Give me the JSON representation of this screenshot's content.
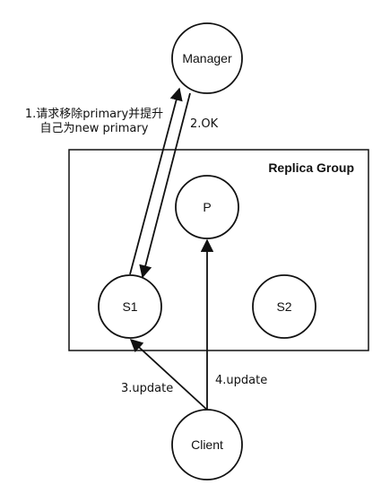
{
  "group": {
    "label": "Replica Group"
  },
  "nodes": {
    "manager": "Manager",
    "p": "P",
    "s1": "S1",
    "s2": "S2",
    "client": "Client"
  },
  "edges": {
    "request_line1": "1.请求移除primary并提升",
    "request_line2": "自己为new primary",
    "ok": "2.OK",
    "update_s1": "3.update",
    "update_p": "4.update"
  }
}
